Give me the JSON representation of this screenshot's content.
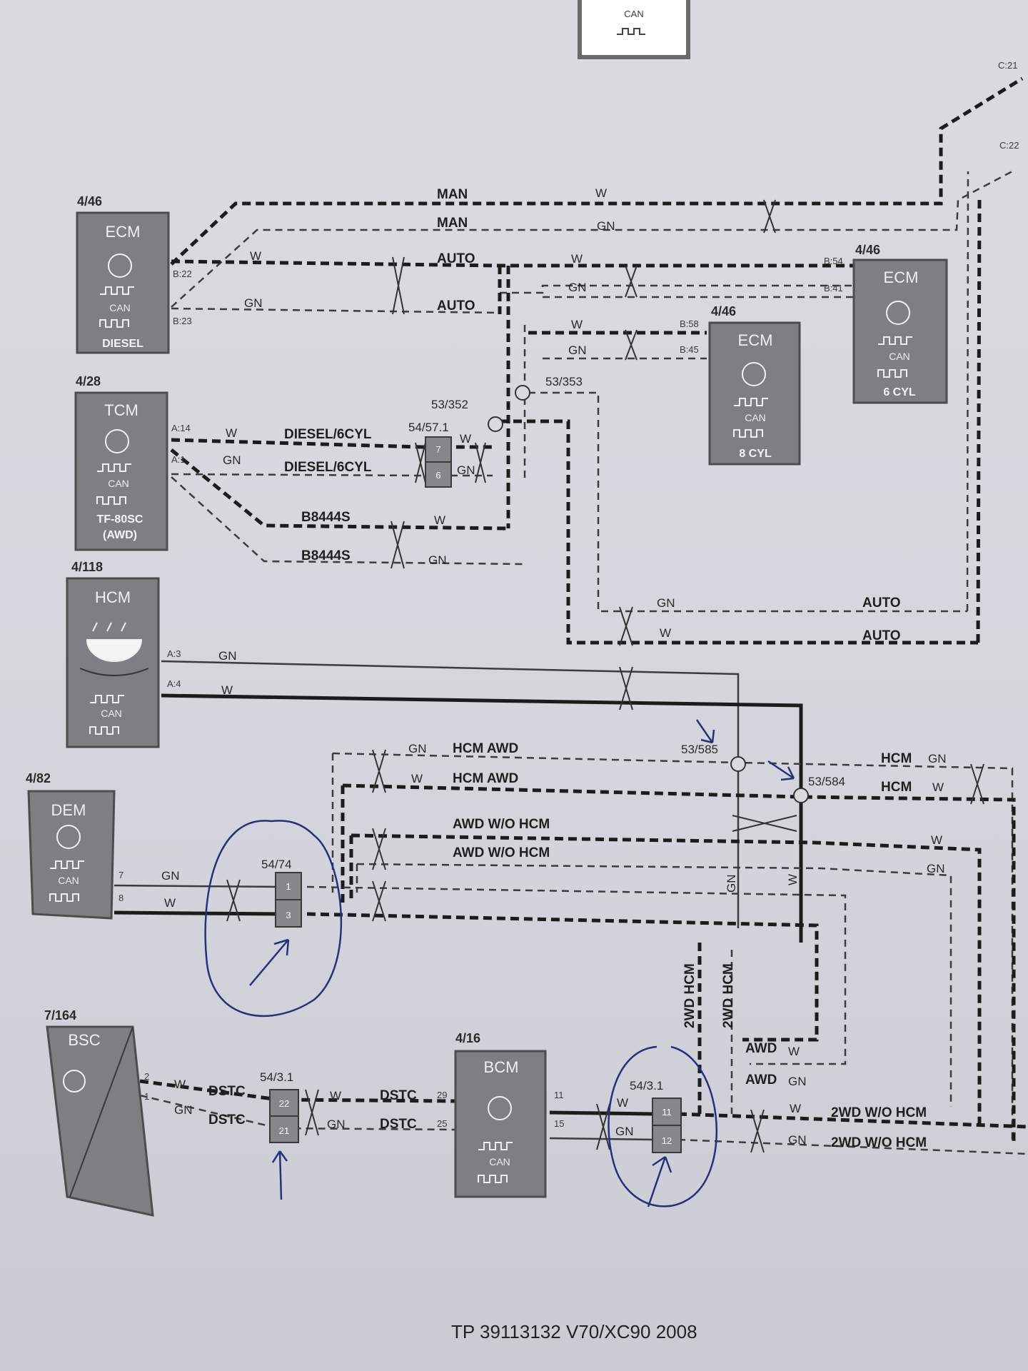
{
  "top_module": {
    "can_label": "CAN"
  },
  "modules": {
    "ecm_diesel": {
      "id": "4/46",
      "title": "ECM",
      "can": "CAN",
      "sub": "DIESEL",
      "pins": [
        "B:22",
        "B:23"
      ]
    },
    "tcm": {
      "id": "4/28",
      "title": "TCM",
      "can": "CAN",
      "sub1": "TF-80SC",
      "sub2": "(AWD)",
      "pins": [
        "A:14",
        "A:1"
      ]
    },
    "hcm": {
      "id": "4/118",
      "title": "HCM",
      "can": "CAN",
      "pins": [
        "A:3",
        "A:4"
      ]
    },
    "dem": {
      "id": "4/82",
      "title": "DEM",
      "can": "CAN",
      "pins": [
        "7",
        "8"
      ]
    },
    "bsc": {
      "id": "7/164",
      "title": "BSC",
      "pins": [
        "2",
        "1"
      ]
    },
    "bcm": {
      "id": "4/16",
      "title": "BCM",
      "can": "CAN",
      "pins": [
        "29",
        "25",
        "11",
        "15"
      ]
    },
    "ecm_8cyl": {
      "id": "4/46",
      "title": "ECM",
      "can": "CAN",
      "sub": "8 CYL",
      "pins": [
        "B:58",
        "B:45"
      ]
    },
    "ecm_6cyl": {
      "id": "4/46",
      "title": "ECM",
      "can": "CAN",
      "sub": "6 CYL",
      "pins": [
        "B:54",
        "B:41"
      ]
    }
  },
  "connectors": {
    "c54_57_1": {
      "id": "54/57.1",
      "pins": [
        "7",
        "6"
      ]
    },
    "c54_74": {
      "id": "54/74",
      "pins": [
        "1",
        "3"
      ]
    },
    "c54_3_1_left": {
      "id": "54/3.1",
      "pins": [
        "22",
        "21"
      ]
    },
    "c54_3_1_right": {
      "id": "54/3.1",
      "pins": [
        "11",
        "12"
      ]
    }
  },
  "splices": [
    "53/352",
    "53/353",
    "53/585",
    "53/584"
  ],
  "page_refs": [
    "C:21",
    "C:22"
  ],
  "wire_labels": {
    "man": "MAN",
    "auto": "AUTO",
    "diesel_6cyl": "DIESEL/6CYL",
    "b8444s": "B8444S",
    "hcm_awd": "HCM AWD",
    "awd_wo_hcm": "AWD W/O HCM",
    "hcm": "HCM",
    "dstc": "DSTC",
    "awd": "AWD",
    "twowd_wo_hcm": "2WD W/O HCM",
    "twowd_hcm": "2WD HCM",
    "w": "W",
    "gn": "GN"
  },
  "footer": "TP 39113132 V70/XC90 2008"
}
